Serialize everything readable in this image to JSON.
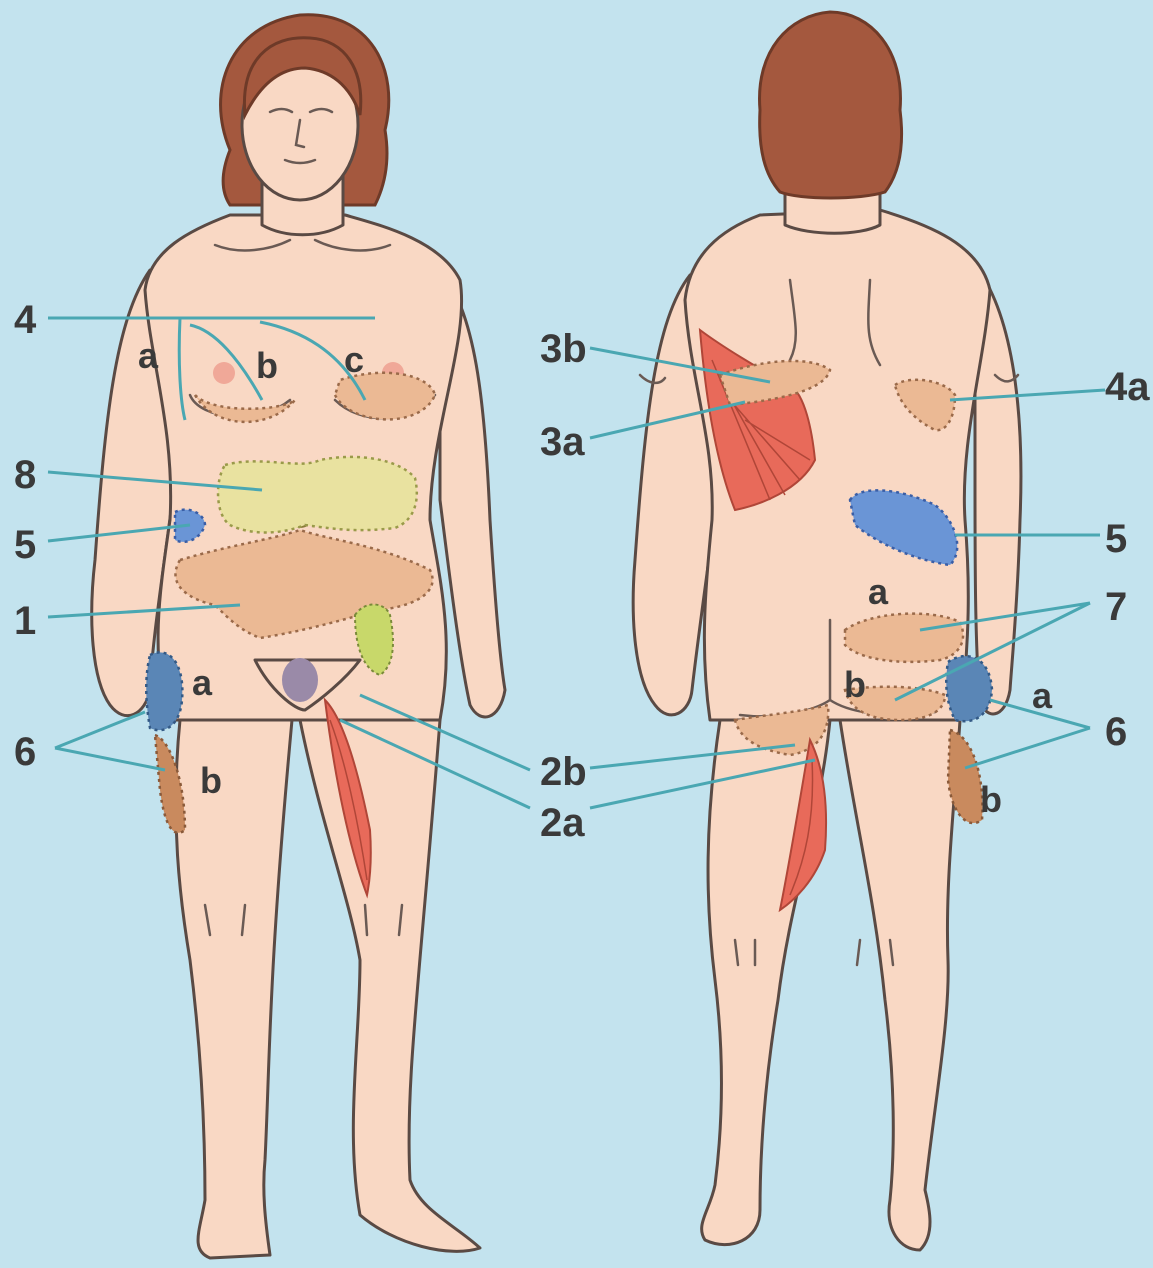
{
  "labels": {
    "front": {
      "l4": "4",
      "l4a": "a",
      "l4b": "b",
      "l4c": "c",
      "l8": "8",
      "l5": "5",
      "l1": "1",
      "l6": "6",
      "l6a": "a",
      "l6b": "b",
      "l2b": "2b",
      "l2a": "2a"
    },
    "back": {
      "l3b": "3b",
      "l3a": "3a",
      "l4a": "4a",
      "l5": "5",
      "l7": "7",
      "l7a": "a",
      "l7b": "b",
      "l6": "6",
      "l6a": "a",
      "l6b": "b"
    }
  },
  "colors": {
    "background": "#c3e3ee",
    "skin": "#f9d8c4",
    "hair": "#a4583e",
    "leader": "#4aa7b2",
    "fat_region": "#ebb994",
    "fat_region_dark": "#c98a5e",
    "region_8": "#e9e2a0",
    "region_5": "#6a95d6",
    "muscle": "#e86a5a"
  }
}
